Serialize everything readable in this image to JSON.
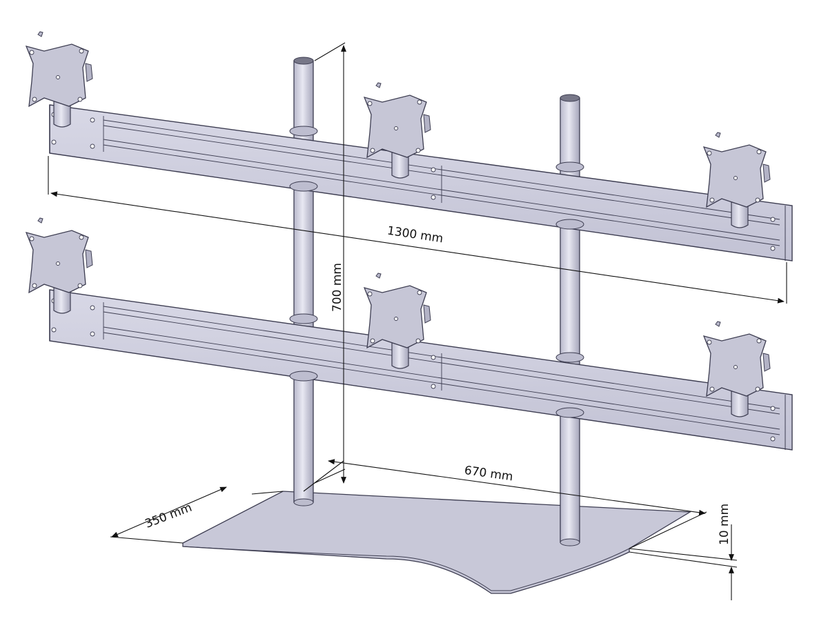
{
  "dimensions": {
    "width_label": "1300 mm",
    "height_label": "700 mm",
    "pole_spacing_label": "670 mm",
    "base_depth_label": "350 mm",
    "base_thickness_label": "10 mm"
  },
  "colors": {
    "metal": "#cdcddc",
    "metal_dark": "#a9a9bd",
    "metal_light": "#e4e4ef",
    "outline": "#3c3c50",
    "dimension_line": "#111111"
  },
  "components": {
    "vesa_plates": 6,
    "crossbars": 2,
    "poles": 2
  }
}
